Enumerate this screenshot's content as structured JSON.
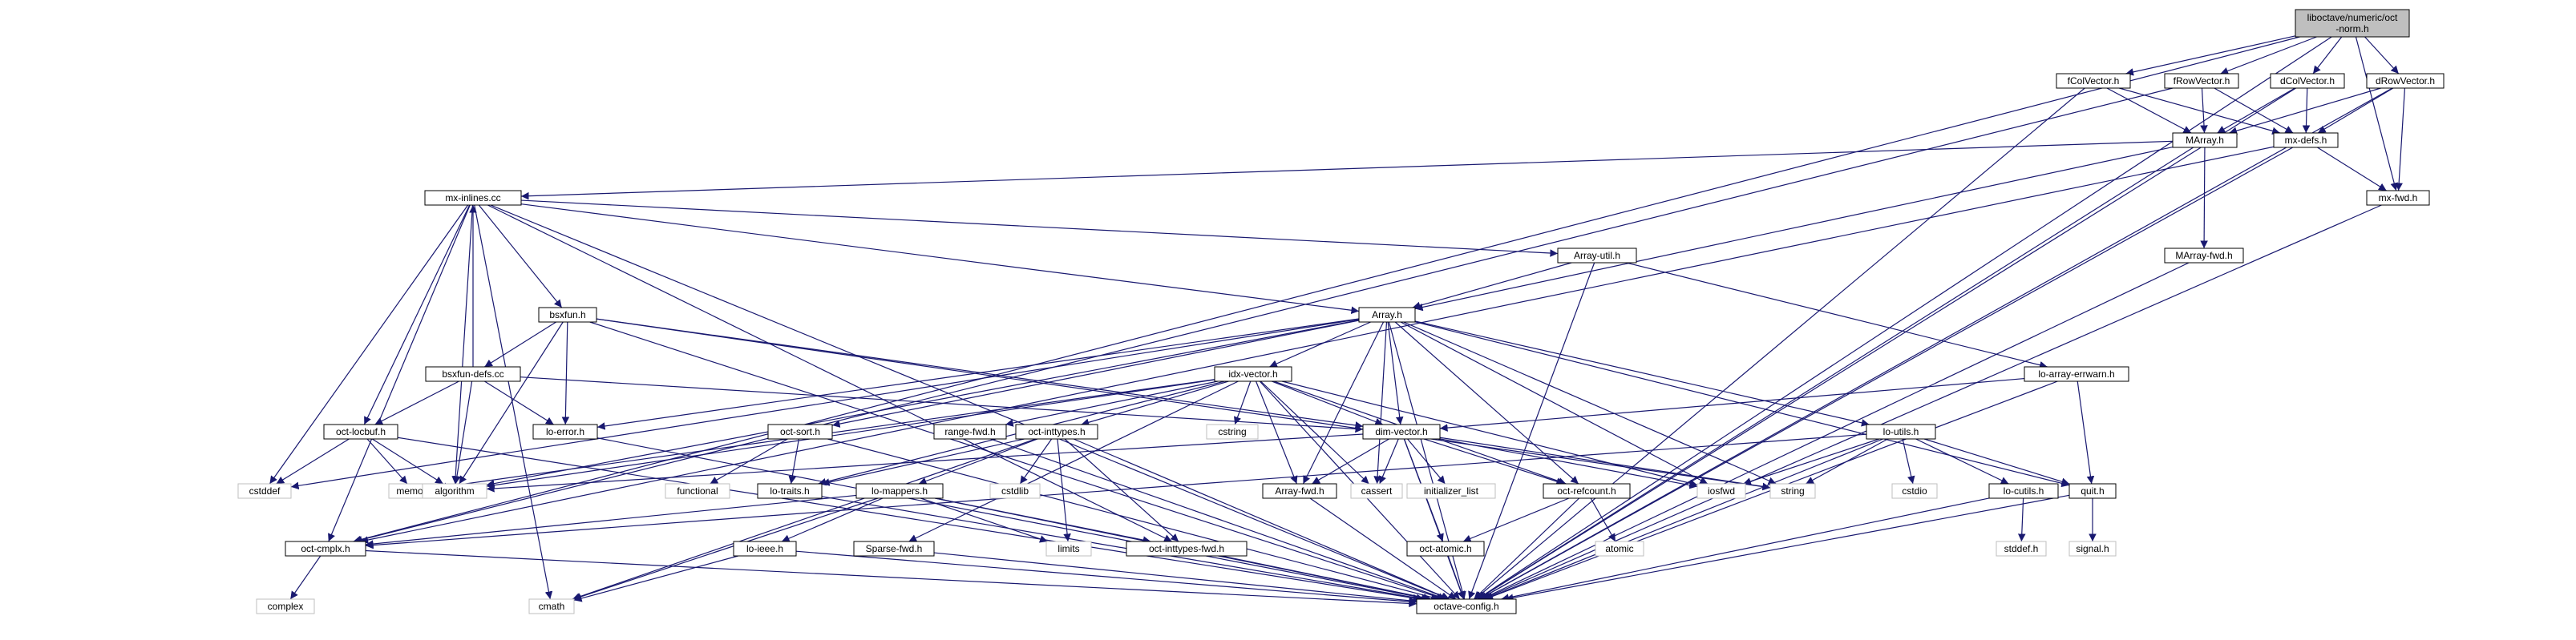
{
  "graph": {
    "colors": {
      "edge": "#191970",
      "node_border": "#000000",
      "sys_border": "#bfbfbf",
      "root_fill": "#bfbfbf",
      "sys_text": "#444444"
    },
    "nodes": [
      {
        "id": "root",
        "lines": [
          "liboctave/numeric/oct",
          "-norm.h"
        ],
        "kind": "root"
      },
      {
        "id": "fColVector",
        "lines": [
          "fColVector.h"
        ],
        "kind": "header"
      },
      {
        "id": "fRowVector",
        "lines": [
          "fRowVector.h"
        ],
        "kind": "header"
      },
      {
        "id": "dColVector",
        "lines": [
          "dColVector.h"
        ],
        "kind": "header"
      },
      {
        "id": "dRowVector",
        "lines": [
          "dRowVector.h"
        ],
        "kind": "header"
      },
      {
        "id": "MArray",
        "lines": [
          "MArray.h"
        ],
        "kind": "header"
      },
      {
        "id": "mxdefs",
        "lines": [
          "mx-defs.h"
        ],
        "kind": "header"
      },
      {
        "id": "mxinlines",
        "lines": [
          "mx-inlines.cc"
        ],
        "kind": "header"
      },
      {
        "id": "mxfwd",
        "lines": [
          "mx-fwd.h"
        ],
        "kind": "header"
      },
      {
        "id": "MArrayfwd",
        "lines": [
          "MArray-fwd.h"
        ],
        "kind": "header"
      },
      {
        "id": "Arrayutil",
        "lines": [
          "Array-util.h"
        ],
        "kind": "header"
      },
      {
        "id": "bsxfun",
        "lines": [
          "bsxfun.h"
        ],
        "kind": "header"
      },
      {
        "id": "Array",
        "lines": [
          "Array.h"
        ],
        "kind": "header"
      },
      {
        "id": "bsxfundefs",
        "lines": [
          "bsxfun-defs.cc"
        ],
        "kind": "header"
      },
      {
        "id": "idxvector",
        "lines": [
          "idx-vector.h"
        ],
        "kind": "header"
      },
      {
        "id": "loarrayerrwarn",
        "lines": [
          "lo-array-errwarn.h"
        ],
        "kind": "header"
      },
      {
        "id": "octlocbuf",
        "lines": [
          "oct-locbuf.h"
        ],
        "kind": "header"
      },
      {
        "id": "loerror",
        "lines": [
          "lo-error.h"
        ],
        "kind": "header"
      },
      {
        "id": "octsort",
        "lines": [
          "oct-sort.h"
        ],
        "kind": "header"
      },
      {
        "id": "rangefwd",
        "lines": [
          "range-fwd.h"
        ],
        "kind": "header"
      },
      {
        "id": "octinttypes",
        "lines": [
          "oct-inttypes.h"
        ],
        "kind": "header"
      },
      {
        "id": "dimvector",
        "lines": [
          "dim-vector.h"
        ],
        "kind": "header"
      },
      {
        "id": "loutils",
        "lines": [
          "lo-utils.h"
        ],
        "kind": "header"
      },
      {
        "id": "lotraits",
        "lines": [
          "lo-traits.h"
        ],
        "kind": "header"
      },
      {
        "id": "lomappers",
        "lines": [
          "lo-mappers.h"
        ],
        "kind": "header"
      },
      {
        "id": "Arrayfwd",
        "lines": [
          "Array-fwd.h"
        ],
        "kind": "header"
      },
      {
        "id": "octrefcount",
        "lines": [
          "oct-refcount.h"
        ],
        "kind": "header"
      },
      {
        "id": "locutils",
        "lines": [
          "lo-cutils.h"
        ],
        "kind": "header"
      },
      {
        "id": "quit",
        "lines": [
          "quit.h"
        ],
        "kind": "header"
      },
      {
        "id": "octcmplx",
        "lines": [
          "oct-cmplx.h"
        ],
        "kind": "header"
      },
      {
        "id": "loieee",
        "lines": [
          "lo-ieee.h"
        ],
        "kind": "header"
      },
      {
        "id": "Sparsefwd",
        "lines": [
          "Sparse-fwd.h"
        ],
        "kind": "header"
      },
      {
        "id": "octinttypesfwd",
        "lines": [
          "oct-inttypes-fwd.h"
        ],
        "kind": "header"
      },
      {
        "id": "octatomic",
        "lines": [
          "oct-atomic.h"
        ],
        "kind": "header"
      },
      {
        "id": "octaveconfig",
        "lines": [
          "octave-config.h"
        ],
        "kind": "header"
      },
      {
        "id": "cstddef",
        "lines": [
          "cstddef"
        ],
        "kind": "system"
      },
      {
        "id": "memory",
        "lines": [
          "memory"
        ],
        "kind": "system"
      },
      {
        "id": "algorithm",
        "lines": [
          "algorithm"
        ],
        "kind": "system"
      },
      {
        "id": "functional",
        "lines": [
          "functional"
        ],
        "kind": "system"
      },
      {
        "id": "cstring",
        "lines": [
          "cstring"
        ],
        "kind": "system"
      },
      {
        "id": "cstdlib",
        "lines": [
          "cstdlib"
        ],
        "kind": "system"
      },
      {
        "id": "limits",
        "lines": [
          "limits"
        ],
        "kind": "system"
      },
      {
        "id": "cassert",
        "lines": [
          "cassert"
        ],
        "kind": "system"
      },
      {
        "id": "initializer_list",
        "lines": [
          "initializer_list"
        ],
        "kind": "system"
      },
      {
        "id": "atomic",
        "lines": [
          "atomic"
        ],
        "kind": "system"
      },
      {
        "id": "iosfwd",
        "lines": [
          "iosfwd"
        ],
        "kind": "system"
      },
      {
        "id": "string",
        "lines": [
          "string"
        ],
        "kind": "system"
      },
      {
        "id": "cstdio",
        "lines": [
          "cstdio"
        ],
        "kind": "system"
      },
      {
        "id": "stddef",
        "lines": [
          "stddef.h"
        ],
        "kind": "system"
      },
      {
        "id": "signal",
        "lines": [
          "signal.h"
        ],
        "kind": "system"
      },
      {
        "id": "complex",
        "lines": [
          "complex"
        ],
        "kind": "system"
      },
      {
        "id": "cmath",
        "lines": [
          "cmath"
        ],
        "kind": "system"
      }
    ],
    "edges": [
      [
        "root",
        "fColVector"
      ],
      [
        "root",
        "fRowVector"
      ],
      [
        "root",
        "dColVector"
      ],
      [
        "root",
        "dRowVector"
      ],
      [
        "root",
        "mxfwd"
      ],
      [
        "root",
        "octaveconfig"
      ],
      [
        "root",
        "octcmplx"
      ],
      [
        "fColVector",
        "MArray"
      ],
      [
        "fColVector",
        "mxdefs"
      ],
      [
        "fColVector",
        "octaveconfig"
      ],
      [
        "fRowVector",
        "MArray"
      ],
      [
        "fRowVector",
        "mxdefs"
      ],
      [
        "fRowVector",
        "octcmplx"
      ],
      [
        "dColVector",
        "MArray"
      ],
      [
        "dColVector",
        "mxdefs"
      ],
      [
        "dColVector",
        "octaveconfig"
      ],
      [
        "dRowVector",
        "MArray"
      ],
      [
        "dRowVector",
        "mxdefs"
      ],
      [
        "dRowVector",
        "mxfwd"
      ],
      [
        "dRowVector",
        "octaveconfig"
      ],
      [
        "MArray",
        "Array"
      ],
      [
        "MArray",
        "MArrayfwd"
      ],
      [
        "MArray",
        "mxinlines"
      ],
      [
        "MArray",
        "octaveconfig"
      ],
      [
        "mxdefs",
        "mxfwd"
      ],
      [
        "mxdefs",
        "octaveconfig"
      ],
      [
        "mxdefs",
        "octcmplx"
      ],
      [
        "mxfwd",
        "octaveconfig"
      ],
      [
        "MArrayfwd",
        "octaveconfig"
      ],
      [
        "mxinlines",
        "Arrayutil"
      ],
      [
        "mxinlines",
        "Array"
      ],
      [
        "mxinlines",
        "bsxfun"
      ],
      [
        "mxinlines",
        "octlocbuf"
      ],
      [
        "mxinlines",
        "octcmplx"
      ],
      [
        "mxinlines",
        "cstddef"
      ],
      [
        "mxinlines",
        "algorithm"
      ],
      [
        "mxinlines",
        "cmath"
      ],
      [
        "mxinlines",
        "octinttypesfwd"
      ],
      [
        "mxinlines",
        "octaveconfig"
      ],
      [
        "Arrayutil",
        "Array"
      ],
      [
        "Arrayutil",
        "loarrayerrwarn"
      ],
      [
        "Arrayutil",
        "octaveconfig"
      ],
      [
        "bsxfun",
        "bsxfundefs"
      ],
      [
        "bsxfun",
        "dimvector"
      ],
      [
        "bsxfun",
        "loerror"
      ],
      [
        "bsxfun",
        "algorithm"
      ],
      [
        "bsxfun",
        "string"
      ],
      [
        "bsxfun",
        "octaveconfig"
      ],
      [
        "bsxfundefs",
        "mxinlines"
      ],
      [
        "bsxfundefs",
        "octlocbuf"
      ],
      [
        "bsxfundefs",
        "loerror"
      ],
      [
        "bsxfundefs",
        "dimvector"
      ],
      [
        "bsxfundefs",
        "algorithm"
      ],
      [
        "Array",
        "idxvector"
      ],
      [
        "Array",
        "dimvector"
      ],
      [
        "Array",
        "loutils"
      ],
      [
        "Array",
        "octsort"
      ],
      [
        "Array",
        "octrefcount"
      ],
      [
        "Array",
        "Arrayfwd"
      ],
      [
        "Array",
        "loerror"
      ],
      [
        "Array",
        "quit"
      ],
      [
        "Array",
        "cstddef"
      ],
      [
        "Array",
        "cassert"
      ],
      [
        "Array",
        "iosfwd"
      ],
      [
        "Array",
        "string"
      ],
      [
        "Array",
        "algorithm"
      ],
      [
        "Array",
        "octaveconfig"
      ],
      [
        "idxvector",
        "dimvector"
      ],
      [
        "idxvector",
        "octinttypes"
      ],
      [
        "idxvector",
        "octrefcount"
      ],
      [
        "idxvector",
        "rangefwd"
      ],
      [
        "idxvector",
        "Arrayfwd"
      ],
      [
        "idxvector",
        "Sparsefwd"
      ],
      [
        "idxvector",
        "lotraits"
      ],
      [
        "idxvector",
        "cstring"
      ],
      [
        "idxvector",
        "cassert"
      ],
      [
        "idxvector",
        "iosfwd"
      ],
      [
        "idxvector",
        "memory"
      ],
      [
        "idxvector",
        "algorithm"
      ],
      [
        "idxvector",
        "octaveconfig"
      ],
      [
        "loarrayerrwarn",
        "dimvector"
      ],
      [
        "loarrayerrwarn",
        "quit"
      ],
      [
        "loarrayerrwarn",
        "octaveconfig"
      ],
      [
        "octlocbuf",
        "cstddef"
      ],
      [
        "octlocbuf",
        "memory"
      ],
      [
        "octlocbuf",
        "algorithm"
      ],
      [
        "octlocbuf",
        "octaveconfig"
      ],
      [
        "loerror",
        "octaveconfig"
      ],
      [
        "octsort",
        "functional"
      ],
      [
        "octsort",
        "lotraits"
      ],
      [
        "octsort",
        "octaveconfig"
      ],
      [
        "rangefwd",
        "octaveconfig"
      ],
      [
        "octinttypes",
        "lomappers"
      ],
      [
        "octinttypes",
        "lotraits"
      ],
      [
        "octinttypes",
        "octinttypesfwd"
      ],
      [
        "octinttypes",
        "cstdlib"
      ],
      [
        "octinttypes",
        "limits"
      ],
      [
        "octinttypes",
        "cmath"
      ],
      [
        "octinttypes",
        "octaveconfig"
      ],
      [
        "dimvector",
        "Arrayfwd"
      ],
      [
        "dimvector",
        "octatomic"
      ],
      [
        "dimvector",
        "octrefcount"
      ],
      [
        "dimvector",
        "cassert"
      ],
      [
        "dimvector",
        "initializer_list"
      ],
      [
        "dimvector",
        "iosfwd"
      ],
      [
        "dimvector",
        "string"
      ],
      [
        "dimvector",
        "algorithm"
      ],
      [
        "dimvector",
        "octaveconfig"
      ],
      [
        "loutils",
        "locutils"
      ],
      [
        "loutils",
        "quit"
      ],
      [
        "loutils",
        "octcmplx"
      ],
      [
        "loutils",
        "cstdio"
      ],
      [
        "loutils",
        "iosfwd"
      ],
      [
        "loutils",
        "string"
      ],
      [
        "loutils",
        "octaveconfig"
      ],
      [
        "lotraits",
        "octaveconfig"
      ],
      [
        "lomappers",
        "loieee"
      ],
      [
        "lomappers",
        "octcmplx"
      ],
      [
        "lomappers",
        "octinttypesfwd"
      ],
      [
        "lomappers",
        "limits"
      ],
      [
        "lomappers",
        "cmath"
      ],
      [
        "lomappers",
        "octaveconfig"
      ],
      [
        "Arrayfwd",
        "octaveconfig"
      ],
      [
        "octrefcount",
        "octatomic"
      ],
      [
        "octrefcount",
        "atomic"
      ],
      [
        "octrefcount",
        "octaveconfig"
      ],
      [
        "locutils",
        "stddef"
      ],
      [
        "locutils",
        "octaveconfig"
      ],
      [
        "quit",
        "signal"
      ],
      [
        "quit",
        "octaveconfig"
      ],
      [
        "octcmplx",
        "complex"
      ],
      [
        "octcmplx",
        "octaveconfig"
      ],
      [
        "loieee",
        "cmath"
      ],
      [
        "loieee",
        "octaveconfig"
      ],
      [
        "Sparsefwd",
        "octaveconfig"
      ],
      [
        "octinttypesfwd",
        "octaveconfig"
      ],
      [
        "octatomic",
        "octaveconfig"
      ]
    ]
  }
}
